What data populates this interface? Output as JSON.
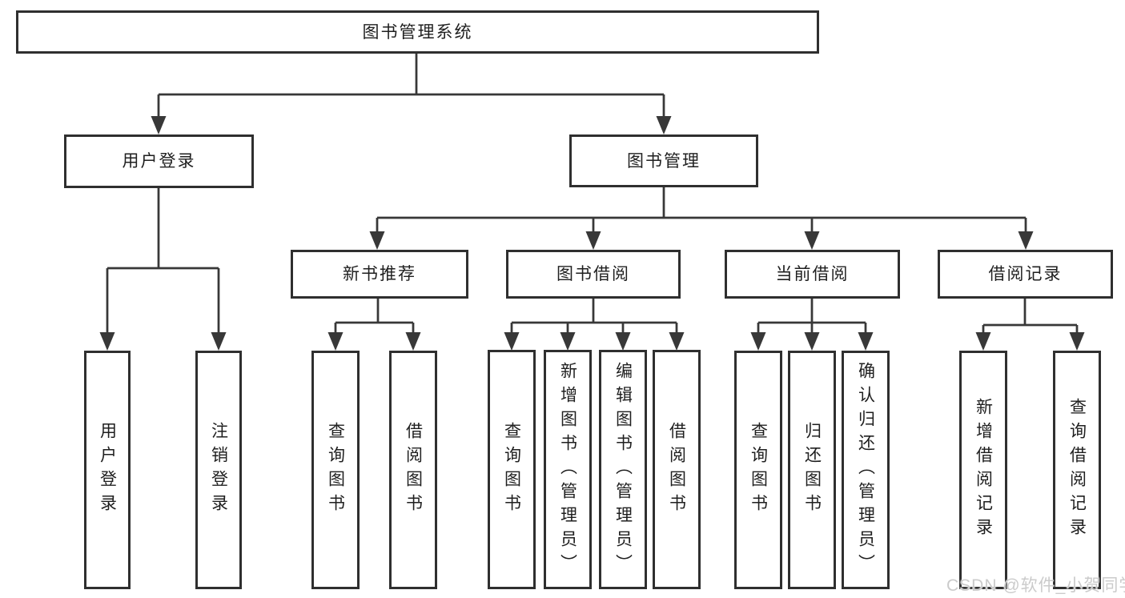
{
  "diagram": {
    "root": "图书管理系统",
    "modules": [
      {
        "label": "用户登录",
        "features": [
          "用户登录",
          "注销登录"
        ]
      },
      {
        "label": "图书管理",
        "submodules": [
          {
            "label": "新书推荐",
            "features": [
              "查询图书",
              "借阅图书"
            ]
          },
          {
            "label": "图书借阅",
            "features": [
              "查询图书",
              "新增图书（管理员）",
              "编辑图书（管理员）",
              "借阅图书"
            ]
          },
          {
            "label": "当前借阅",
            "features": [
              "查询图书",
              "归还图书",
              "确认归还（管理员）"
            ]
          },
          {
            "label": "借阅记录",
            "features": [
              "新增借阅记录",
              "查询借阅记录"
            ]
          }
        ]
      }
    ]
  },
  "watermark": "CSDN @软件_小贺同学",
  "colors": {
    "line": "#383838",
    "box_border": "#2f2f2f",
    "text": "#1f1f1f",
    "watermark": "#cbcbcb",
    "background": "#ffffff"
  }
}
